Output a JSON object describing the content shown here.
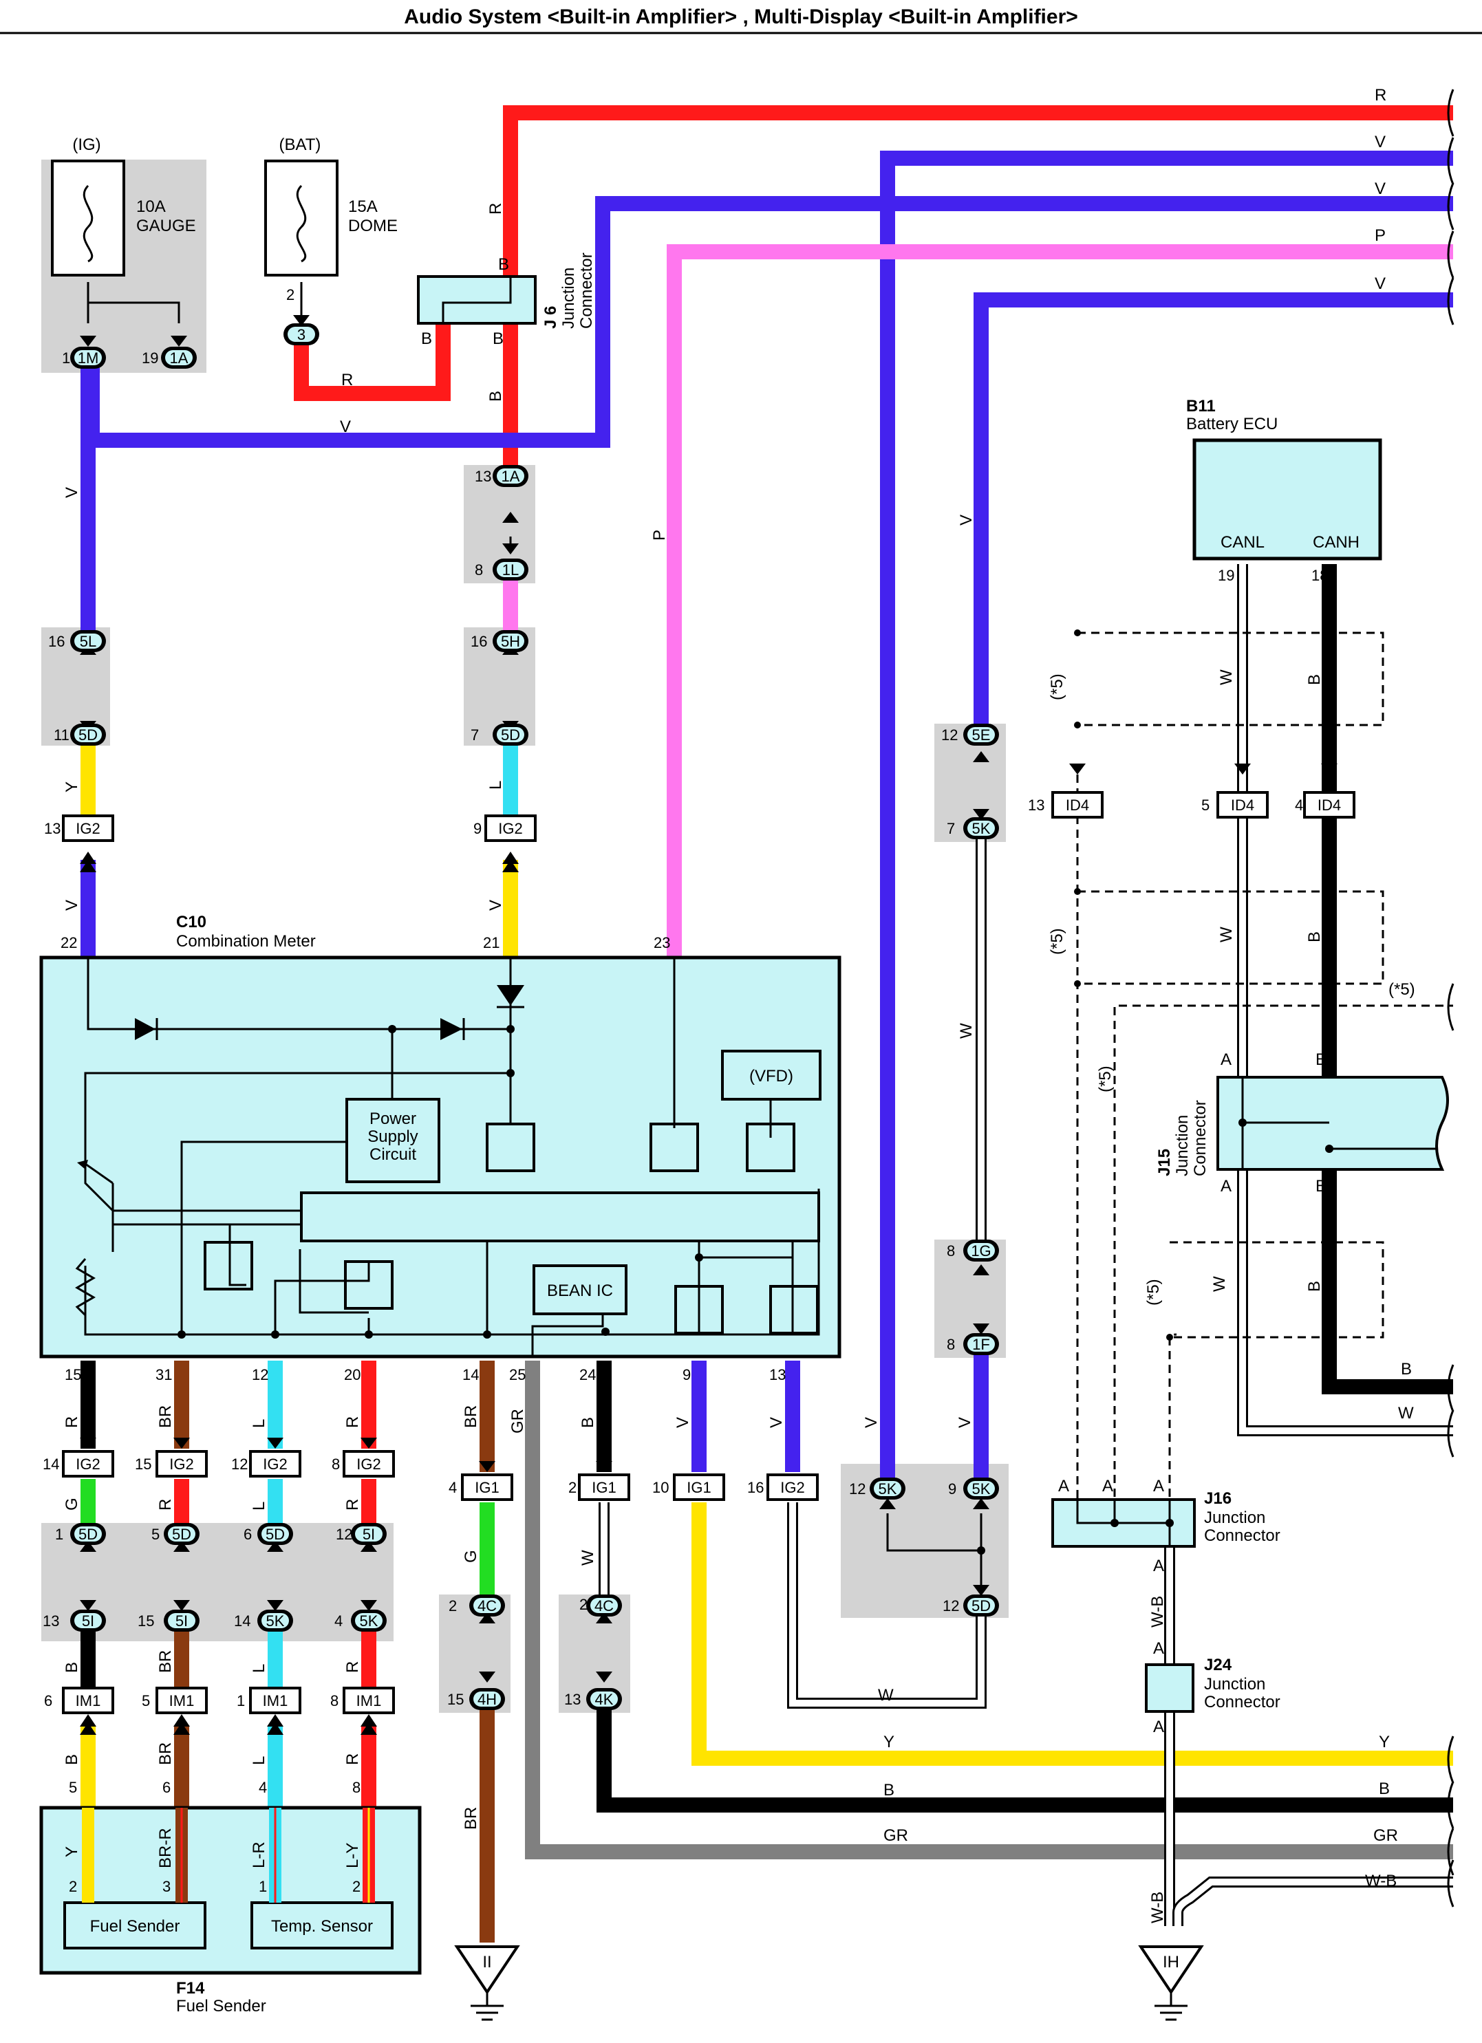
{
  "title": "Audio System <Built-in Amplifier> , Multi-Display <Built-in Amplifier>",
  "fuses": [
    {
      "source": "(IG)",
      "rating": "10A",
      "name": "GAUGE"
    },
    {
      "source": "(BAT)",
      "rating": "15A",
      "name": "DOME"
    }
  ],
  "components": {
    "c10": {
      "code": "C10",
      "name": "Combination Meter",
      "vfd": "(VFD)",
      "psc": [
        "Power",
        "Supply",
        "Circuit"
      ],
      "bean": "BEAN IC"
    },
    "b11": {
      "code": "B11",
      "name": "Battery ECU",
      "canl": "CANL",
      "canh": "CANH"
    },
    "f14": {
      "code": "F14",
      "name": "Fuel Sender",
      "fuel": "Fuel Sender",
      "temp": "Temp.  Sensor"
    },
    "j6": {
      "code": "J 6",
      "name": [
        "Junction",
        "Connector"
      ]
    },
    "j15": {
      "code": "J15",
      "name": [
        "Junction",
        "Connector"
      ]
    },
    "j16": {
      "code": "J16",
      "name": [
        "Junction",
        "Connector"
      ]
    },
    "j24": {
      "code": "J24",
      "name": [
        "Junction",
        "Connector"
      ]
    }
  },
  "ground_points": [
    "II",
    "IH"
  ],
  "note_star5": "(*5)",
  "wire_colors": {
    "R": "#ff1a1a",
    "V": "#4422ee",
    "P": "#ff77ee",
    "Y": "#ffe400",
    "L": "#33e0f2",
    "G": "#22dd22",
    "B": "#000000",
    "BR": "#8a3a10",
    "GR": "#808080",
    "W": "#ffffff"
  },
  "wire_letters": [
    "R",
    "V",
    "V",
    "P",
    "V",
    "R",
    "V",
    "R",
    "B",
    "B",
    "B",
    "V",
    "P",
    "Y",
    "L",
    "V",
    "V",
    "W",
    "W",
    "B",
    "W",
    "B",
    "W",
    "B",
    "W",
    "B",
    "Y",
    "B",
    "GR",
    "W-B",
    "W-B",
    "BR",
    "G",
    "BR",
    "W",
    "GR",
    "B",
    "R",
    "L",
    "B",
    "BR",
    "R",
    "L",
    "G",
    "Y",
    "BR-R",
    "L-R",
    "L-Y",
    "2",
    "3",
    "1",
    "2"
  ],
  "right_edge_labels": [
    "R",
    "V",
    "V",
    "P",
    "V",
    "(*5)",
    "B",
    "W",
    "Y",
    "B",
    "GR",
    "W-B"
  ],
  "pins_top": [
    "1",
    "19",
    "2",
    "13",
    "8",
    "16",
    "11",
    "16",
    "7",
    "13",
    "9",
    "22",
    "21",
    "23",
    "12",
    "7",
    "19",
    "18",
    "13",
    "5",
    "4",
    "8",
    "8"
  ],
  "pins_bottom": [
    "15",
    "31",
    "12",
    "20",
    "14",
    "25",
    "24",
    "9",
    "13",
    "14",
    "15",
    "12",
    "8",
    "4",
    "2",
    "10",
    "16",
    "12",
    "9",
    "2",
    "1",
    "5",
    "6",
    "12",
    "13",
    "15",
    "14",
    "4",
    "2",
    "15",
    "13",
    "12",
    "6",
    "5",
    "1",
    "8",
    "5",
    "6",
    "4",
    "8",
    "2",
    "3",
    "1",
    "2"
  ],
  "connectors": [
    "1M",
    "1A",
    "3",
    "1A",
    "1L",
    "5L",
    "5D",
    "5H",
    "5D",
    "IG2",
    "IG2",
    "5E",
    "5K",
    "ID4",
    "ID4",
    "ID4",
    "1G",
    "1F",
    "IG2",
    "IG2",
    "IG2",
    "IG2",
    "IG1",
    "IG1",
    "IG1",
    "IG2",
    "5K",
    "5K",
    "5D",
    "5D",
    "5D",
    "5D",
    "5I",
    "5I",
    "5K",
    "5K",
    "4C",
    "4H",
    "4C",
    "4K",
    "5D",
    "IM1",
    "IM1",
    "IM1",
    "IM1"
  ],
  "junction_pins": [
    "A",
    "B",
    "A",
    "B",
    "A",
    "A",
    "A",
    "A",
    "A"
  ]
}
